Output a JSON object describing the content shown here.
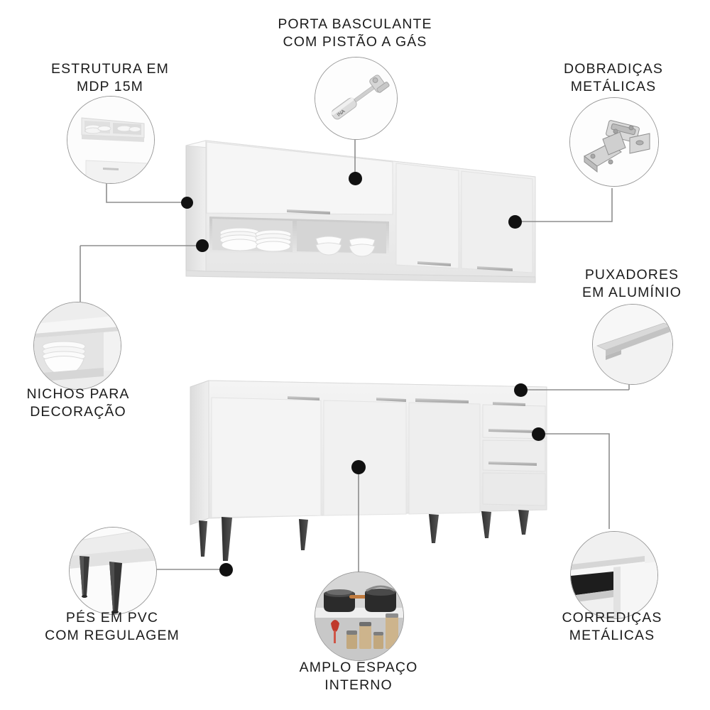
{
  "background_color": "#ffffff",
  "text_color": "#1b1b1b",
  "line_color": "#8d8d8d",
  "dot_color": "#111111",
  "product": {
    "type": "kitchen-cabinet-set",
    "pieces": [
      {
        "name": "wall-cabinet",
        "description": "Armário aéreo branco com porta basculante, dois nichos abertos e duas portas",
        "doors": 3,
        "niches": 2,
        "color": "#ffffff"
      },
      {
        "name": "counter-cabinet",
        "description": "Balcão branco com três portas, três gavetas e pés em PVC",
        "doors": 3,
        "drawers": 3,
        "legs": 6,
        "color": "#ffffff",
        "leg_color": "#3b3b3b"
      }
    ]
  },
  "callouts": [
    {
      "id": "estrutura",
      "label": "ESTRUTURA EM\nMDP 15M",
      "label_position": "above",
      "detail": "interior-shelf-structure"
    },
    {
      "id": "porta-basculante",
      "label": "PORTA BASCULANTE\nCOM PISTÃO A GÁS",
      "label_position": "above",
      "detail": "gas-piston"
    },
    {
      "id": "dobradicas",
      "label": "DOBRADIÇAS\nMETÁLICAS",
      "label_position": "above",
      "detail": "metal-hinge"
    },
    {
      "id": "puxadores",
      "label": "PUXADORES\nEM ALUMÍNIO",
      "label_position": "above",
      "detail": "aluminium-handle"
    },
    {
      "id": "nichos",
      "label": "NICHOS PARA\nDECORAÇÃO",
      "label_position": "below",
      "detail": "niche-with-plates"
    },
    {
      "id": "pes",
      "label": "PÉS EM PVC\nCOM REGULAGEM",
      "label_position": "below",
      "detail": "pvc-feet"
    },
    {
      "id": "amplo-espaco",
      "label": "AMPLO ESPAÇO\nINTERNO",
      "label_position": "below",
      "detail": "interior-with-pots"
    },
    {
      "id": "corredicas",
      "label": "CORREDIÇAS\nMETÁLICAS",
      "label_position": "below",
      "detail": "metal-drawer-slide"
    }
  ]
}
